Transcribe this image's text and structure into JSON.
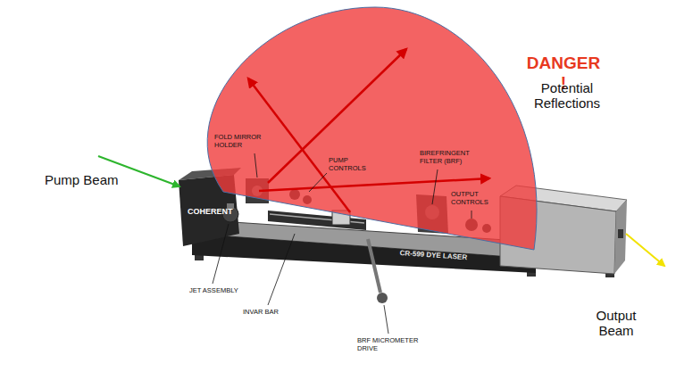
{
  "diagram": {
    "labels": [
      "DANGER !",
      "Potential Reflections",
      "Pump Beam",
      "Output Beam",
      "FOLD MIRROR HOLDER",
      "PUMP CONTROLS",
      "BIREFRINGENT FILTER (BRF)",
      "OUTPUT CONTROLS",
      "JET ASSEMBLY",
      "INVAR BAR",
      "BRF MICROMETER DRIVE",
      "COHERENT",
      "CR-599 DYE LASER"
    ]
  }
}
